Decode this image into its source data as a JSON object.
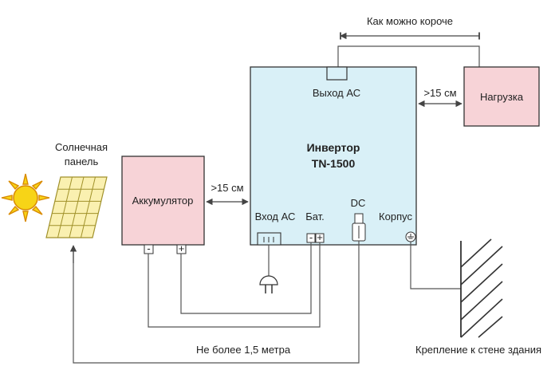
{
  "title": "",
  "colors": {
    "inverter_fill": "#d9f0f7",
    "load_fill": "#f7d3d7",
    "battery_fill": "#f7d3d7",
    "panel_fill": "#faf0b0",
    "sun_fill": "#f7d417",
    "sun_stroke": "#d98a00",
    "line": "#444444"
  },
  "labels": {
    "shorter": "Как можно короче",
    "output_ac": "Выход АС",
    "inverter_line1": "Инвертор",
    "inverter_line2": "TN-1500",
    "dist_load": ">15 см",
    "load": "Нагрузка",
    "solar_line1": "Солнечная",
    "solar_line2": "панель",
    "battery": "Аккумулятор",
    "dist_battery": ">15 см",
    "input_ac": "Вход АС",
    "bat": "Бат.",
    "dc": "DC",
    "case": "Корпус",
    "batt_minus": "-",
    "batt_plus": "+",
    "term_minus": "-",
    "term_plus": "+",
    "max_length": "Не более 1,5 метра",
    "wall_mount": "Крепление к стене здания"
  },
  "icons": [
    "sun-icon",
    "solar-panel-icon",
    "ac-plug-icon",
    "dc-plug-icon",
    "ground-icon",
    "wall-hatch-icon"
  ]
}
